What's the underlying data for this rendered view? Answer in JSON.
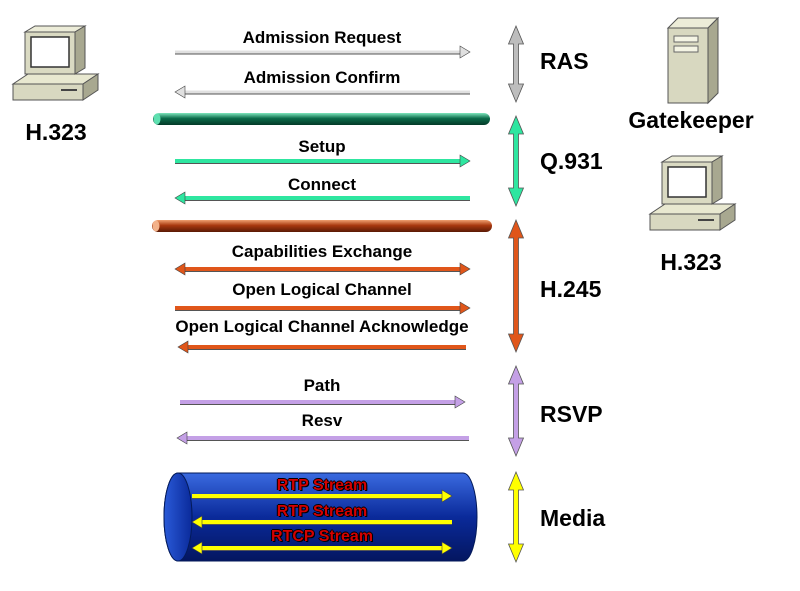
{
  "devices": {
    "left_terminal": "H.323",
    "gatekeeper": "Gatekeeper",
    "right_terminal": "H.323"
  },
  "groups": [
    {
      "protocol": "RAS",
      "color": "#bdbdbd",
      "messages": [
        {
          "label": "Admission Request",
          "direction": "right"
        },
        {
          "label": "Admission Confirm",
          "direction": "left"
        }
      ]
    },
    {
      "protocol": "Q.931",
      "color": "#2ee6a0",
      "messages": [
        {
          "label": "Setup",
          "direction": "right"
        },
        {
          "label": "Connect",
          "direction": "left"
        }
      ]
    },
    {
      "protocol": "H.245",
      "color": "#e0561a",
      "messages": [
        {
          "label": "Capabilities Exchange",
          "direction": "both"
        },
        {
          "label": "Open Logical Channel",
          "direction": "right"
        },
        {
          "label": "Open Logical Channel Acknowledge",
          "direction": "left"
        }
      ]
    },
    {
      "protocol": "RSVP",
      "color": "#c4a0e6",
      "messages": [
        {
          "label": "Path",
          "direction": "right"
        },
        {
          "label": "Resv",
          "direction": "left"
        }
      ]
    },
    {
      "protocol": "Media",
      "color": "#ffff00",
      "messages": [
        {
          "label": "RTP Stream",
          "direction": "right"
        },
        {
          "label": "RTP Stream",
          "direction": "left"
        },
        {
          "label": "RTCP Stream",
          "direction": "both"
        }
      ]
    }
  ],
  "icons": [
    "desktop-computer-icon",
    "server-tower-icon"
  ],
  "colors": {
    "media_tube": "#0a2a9a",
    "stream_text": "#d40000",
    "q931_pipe": "#0b6b4a",
    "h245_pipe": "#a8380f"
  }
}
